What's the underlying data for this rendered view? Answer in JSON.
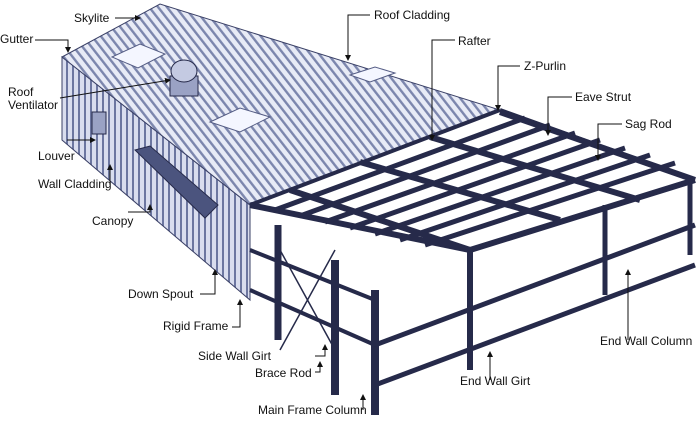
{
  "labels": {
    "skylite": "Skylite",
    "gutter": "Gutter",
    "roof_ventilator": "Roof Ventilator",
    "louver": "Louver",
    "wall_cladding": "Wall Cladding",
    "canopy": "Canopy",
    "down_spout": "Down Spout",
    "rigid_frame": "Rigid Frame",
    "side_wall_girt": "Side Wall Girt",
    "brace_rod": "Brace Rod",
    "main_frame_column": "Main Frame Column",
    "roof_cladding": "Roof Cladding",
    "rafter": "Rafter",
    "z_purlin": "Z-Purlin",
    "eave_strut": "Eave Strut",
    "sag_rod": "Sag Rod",
    "end_wall_column": "End Wall Column",
    "end_wall_girt": "End Wall Girt"
  },
  "colors": {
    "steel": "#262a4a",
    "cladding_light": "#e6e9f5",
    "cladding_stripe": "#6f7aa3",
    "leader": "#111111"
  }
}
